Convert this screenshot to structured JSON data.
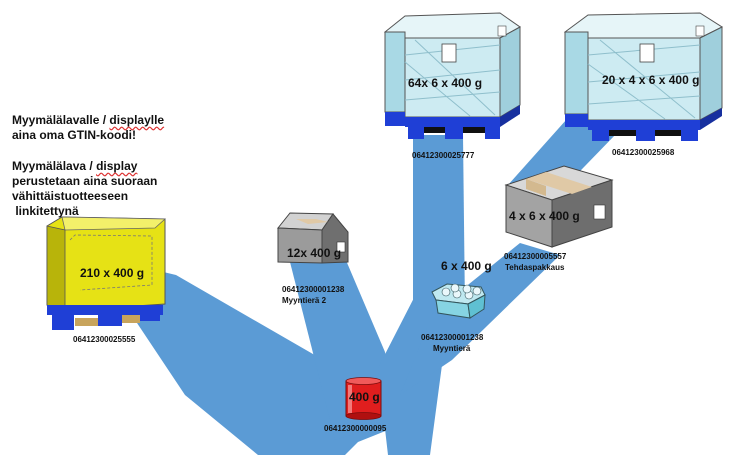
{
  "notes": {
    "line1a": "Myymälälavalle / ",
    "line1b": "displaylle",
    "line2": "aina oma GTIN-koodi!",
    "line3a": "Myymälälava / ",
    "line3b": "display",
    "line4": "perustetaan aina suoraan",
    "line5": "vähittäistuotteeseen",
    "line6": " linkitettynä"
  },
  "items": {
    "yellow_pallet": {
      "qty": "210 x 400 g",
      "gtin": "06412300025555"
    },
    "small_box": {
      "qty": "12x 400 g",
      "gtin": "06412300001238",
      "label": "Myyntierä 2"
    },
    "consumer_unit": {
      "qty": "400 g",
      "gtin": "06412300000095"
    },
    "tray": {
      "qty": "6 x 400 g",
      "gtin": "06412300001238",
      "label": "Myyntierä"
    },
    "case": {
      "qty": "4 x 6 x 400 g",
      "gtin": "06412300005557",
      "label": "Tehdaspakkaus"
    },
    "pallet_left": {
      "qty": "64x 6 x 400 g",
      "gtin": "06412300025777"
    },
    "pallet_right": {
      "qty": "20 x 4 x 6 x 400 g",
      "gtin": "06412300025968"
    }
  },
  "colors": {
    "flow_arrow": "#5b9bd5",
    "yellow_display": "#e6e215",
    "consumer_can": "#e01e1e",
    "pallet_blue": "#1f3fd6",
    "box_grey": "#8d8d8d",
    "tape": "#e0c9a6",
    "wrap": "#c9e7ef"
  }
}
